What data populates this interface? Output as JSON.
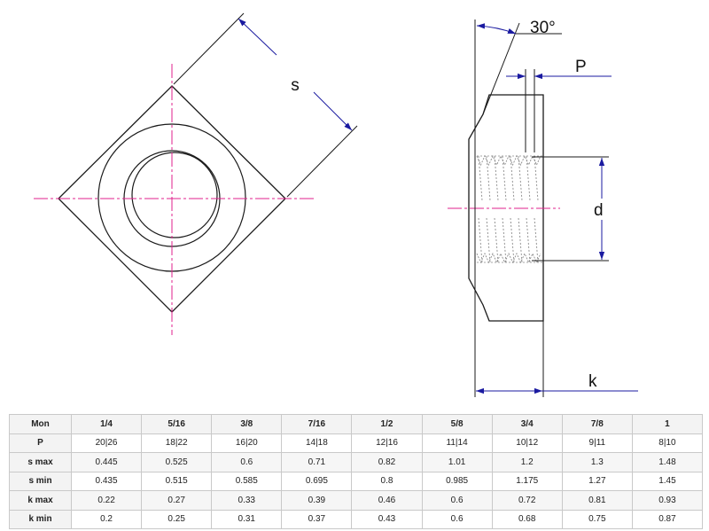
{
  "drawing": {
    "labels": {
      "s": "s",
      "angle": "30°",
      "p": "P",
      "d": "d",
      "k": "k"
    },
    "colors": {
      "outline": "#1a1a1a",
      "centerline": "#e0208c",
      "dimension": "#1a1aa0",
      "thread": "#8a8a8a"
    }
  },
  "table": {
    "header_label": "Mon",
    "sizes": [
      "1/4",
      "5/16",
      "3/8",
      "7/16",
      "1/2",
      "5/8",
      "3/4",
      "7/8",
      "1"
    ],
    "rows": [
      {
        "label": "P",
        "values": [
          "20|26",
          "18|22",
          "16|20",
          "14|18",
          "12|16",
          "11|14",
          "10|12",
          "9|11",
          "8|10"
        ]
      },
      {
        "label": "s max",
        "values": [
          "0.445",
          "0.525",
          "0.6",
          "0.71",
          "0.82",
          "1.01",
          "1.2",
          "1.3",
          "1.48"
        ]
      },
      {
        "label": "s min",
        "values": [
          "0.435",
          "0.515",
          "0.585",
          "0.695",
          "0.8",
          "0.985",
          "1.175",
          "1.27",
          "1.45"
        ]
      },
      {
        "label": "k max",
        "values": [
          "0.22",
          "0.27",
          "0.33",
          "0.39",
          "0.46",
          "0.6",
          "0.72",
          "0.81",
          "0.93"
        ]
      },
      {
        "label": "k min",
        "values": [
          "0.2",
          "0.25",
          "0.31",
          "0.37",
          "0.43",
          "0.6",
          "0.68",
          "0.75",
          "0.87"
        ]
      }
    ]
  }
}
